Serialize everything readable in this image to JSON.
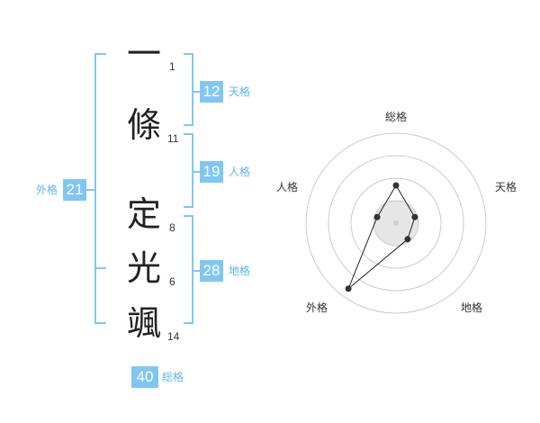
{
  "characters": [
    {
      "char": "一",
      "strokes": "1"
    },
    {
      "char": "條",
      "strokes": "11"
    },
    {
      "char": "定",
      "strokes": "8"
    },
    {
      "char": "光",
      "strokes": "6"
    },
    {
      "char": "颯",
      "strokes": "14"
    }
  ],
  "fortunes": {
    "tenkaku": {
      "value": "12",
      "label": "天格"
    },
    "jinkaku": {
      "value": "19",
      "label": "人格"
    },
    "chikaku": {
      "value": "28",
      "label": "地格"
    },
    "gaikaku": {
      "value": "21",
      "label": "外格"
    },
    "soukaku": {
      "value": "40",
      "label": "総格"
    }
  },
  "radar": {
    "labels": {
      "top": "総格",
      "right": "天格",
      "bottom_right": "地格",
      "bottom_left": "外格",
      "left": "人格"
    },
    "values": [
      0.42,
      0.22,
      0.22,
      0.9,
      0.22
    ],
    "ring_color": "#cccccc",
    "fill_color": "#e6e6e6"
  },
  "colors": {
    "bracket": "#7fc7f2",
    "badge": "#7fc7f2"
  }
}
